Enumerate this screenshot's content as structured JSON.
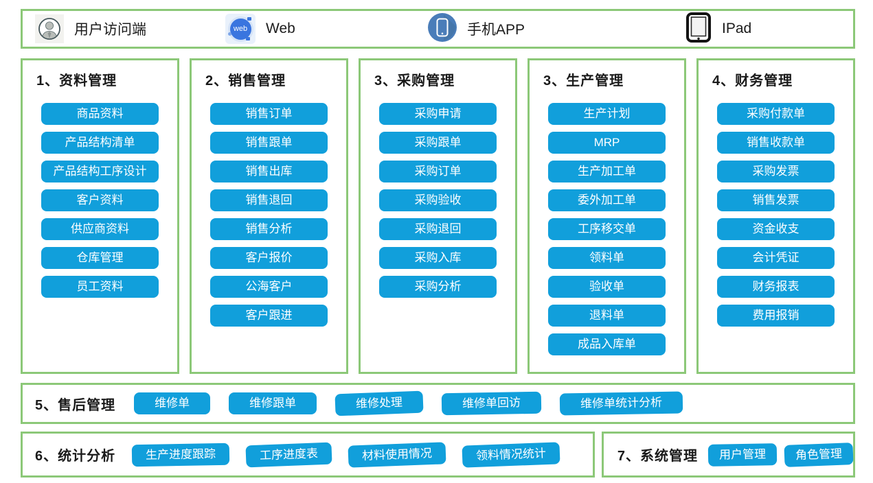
{
  "colors": {
    "accent_blue": "#119fdb",
    "border_green": "#8cc878",
    "phone_icon_blue": "#4a7db9",
    "web_icon_blue": "#3a75df"
  },
  "top_bar": {
    "items": [
      {
        "icon": "user-icon",
        "label": "用户访问端"
      },
      {
        "icon": "web-icon",
        "label": "Web"
      },
      {
        "icon": "phone-icon",
        "label": "手机APP"
      },
      {
        "icon": "ipad-icon",
        "label": "IPad"
      }
    ],
    "web_icon_text": "web"
  },
  "columns": [
    {
      "title": "1、资料管理",
      "buttons": [
        "商品资料",
        "产品结构清单",
        "产品结构工序设计",
        "客户资料",
        "供应商资料",
        "仓库管理",
        "员工资料"
      ]
    },
    {
      "title": "2、销售管理",
      "buttons": [
        "销售订单",
        "销售跟单",
        "销售出库",
        "销售退回",
        "销售分析",
        "客户报价",
        "公海客户",
        "客户跟进"
      ]
    },
    {
      "title": "3、采购管理",
      "buttons": [
        "采购申请",
        "采购跟单",
        "采购订单",
        "采购验收",
        "采购退回",
        "采购入库",
        "采购分析"
      ]
    },
    {
      "title": "3、生产管理",
      "buttons": [
        "生产计划",
        "MRP",
        "生产加工单",
        "委外加工单",
        "工序移交单",
        "领料单",
        "验收单",
        "退料单",
        "成品入库单"
      ]
    },
    {
      "title": "4、财务管理",
      "buttons": [
        "采购付款单",
        "销售收款单",
        "采购发票",
        "销售发票",
        "资金收支",
        "会计凭证",
        "财务报表",
        "费用报销"
      ]
    }
  ],
  "after_sales": {
    "title": "5、售后管理",
    "buttons": [
      "维修单",
      "维修跟单",
      "维修处理",
      "维修单回访",
      "维修单统计分析"
    ]
  },
  "stats": {
    "title": "6、统计分析",
    "buttons": [
      "生产进度跟踪",
      "工序进度表",
      "材料使用情况",
      "领料情况统计"
    ]
  },
  "system": {
    "title": "7、系统管理",
    "buttons": [
      "用户管理",
      "角色管理"
    ]
  }
}
